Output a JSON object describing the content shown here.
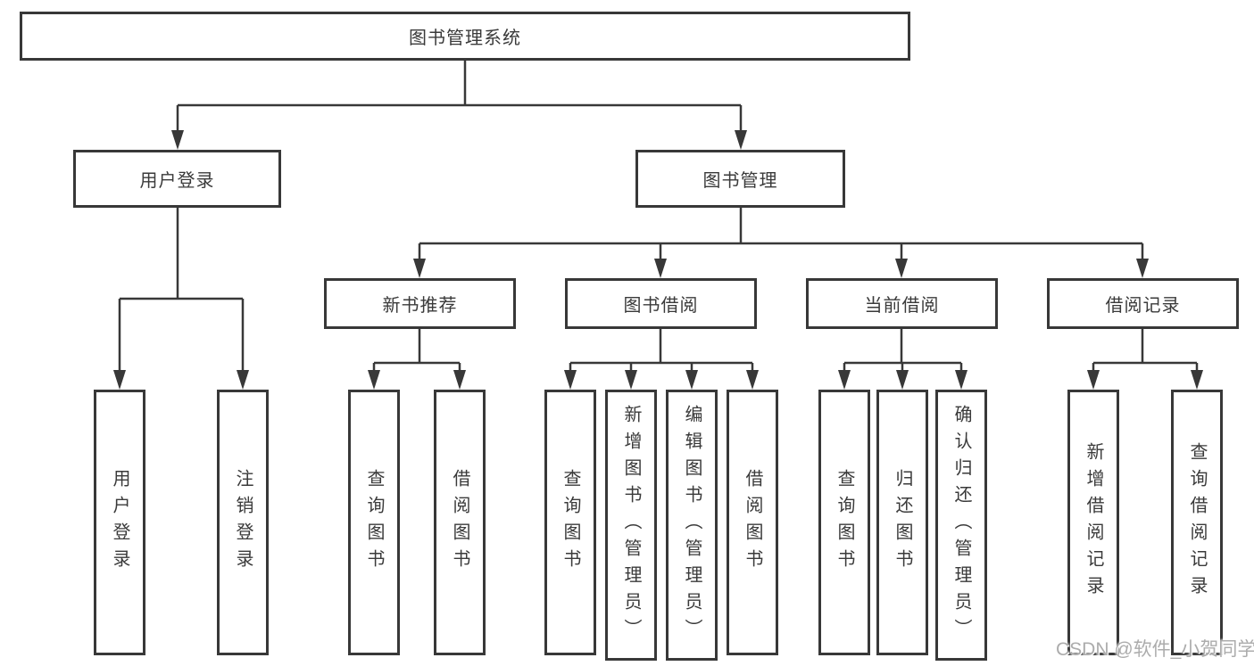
{
  "tree": {
    "label": "图书管理系统",
    "children": [
      {
        "label": "用户登录",
        "children": [
          {
            "label": "用户登录"
          },
          {
            "label": "注销登录"
          }
        ]
      },
      {
        "label": "图书管理",
        "children": [
          {
            "label": "新书推荐",
            "children": [
              {
                "label": "查询图书"
              },
              {
                "label": "借阅图书"
              }
            ]
          },
          {
            "label": "图书借阅",
            "children": [
              {
                "label": "查询图书"
              },
              {
                "label": "新增图书（管理员）"
              },
              {
                "label": "编辑图书（管理员）"
              },
              {
                "label": "借阅图书"
              }
            ]
          },
          {
            "label": "当前借阅",
            "children": [
              {
                "label": "查询图书"
              },
              {
                "label": "归还图书"
              },
              {
                "label": "确认归还（管理员）"
              }
            ]
          },
          {
            "label": "借阅记录",
            "children": [
              {
                "label": "新增借阅记录"
              },
              {
                "label": "查询借阅记录"
              }
            ]
          }
        ]
      }
    ]
  },
  "watermark": {
    "text": "CSDN @软件_小贺同学"
  },
  "colors": {
    "line": "#383838",
    "text": "#3a3a3a",
    "background": "#ffffff"
  }
}
